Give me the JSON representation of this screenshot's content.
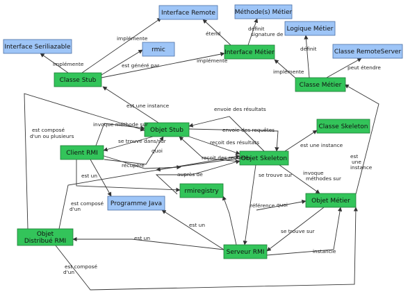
{
  "colors": {
    "green_fill": "#33c45a",
    "green_stroke": "#1f7a35",
    "blue_fill": "#9ec5f7",
    "blue_stroke": "#4a6fa5",
    "edge": "#333333"
  },
  "nodes": [
    {
      "id": "interface-remote",
      "label": [
        "Interface Remote"
      ],
      "kind": "blue"
    },
    {
      "id": "methodes-metier",
      "label": [
        "Méthode(s) Métier"
      ],
      "kind": "blue"
    },
    {
      "id": "logique-metier",
      "label": [
        "Logique Métier"
      ],
      "kind": "blue"
    },
    {
      "id": "interface-serializable",
      "label": [
        "Interface Seriliazable"
      ],
      "kind": "blue"
    },
    {
      "id": "rmic",
      "label": [
        "rmic"
      ],
      "kind": "blue"
    },
    {
      "id": "classe-remoteserver",
      "label": [
        "Classe RemoteServer"
      ],
      "kind": "blue"
    },
    {
      "id": "interface-metier",
      "label": [
        "Interface Métier"
      ],
      "kind": "green"
    },
    {
      "id": "classe-stub",
      "label": [
        "Classe Stub"
      ],
      "kind": "green"
    },
    {
      "id": "classe-metier",
      "label": [
        "Classe Métier"
      ],
      "kind": "green"
    },
    {
      "id": "objet-stub",
      "label": [
        "Objet Stub"
      ],
      "kind": "green"
    },
    {
      "id": "classe-skeleton",
      "label": [
        "Classe Skeleton"
      ],
      "kind": "green"
    },
    {
      "id": "client-rmi",
      "label": [
        "Client RMI"
      ],
      "kind": "green"
    },
    {
      "id": "objet-skeleton",
      "label": [
        "Objet Skeleton"
      ],
      "kind": "green"
    },
    {
      "id": "rmiregistry",
      "label": [
        "rmiregistry"
      ],
      "kind": "green"
    },
    {
      "id": "programme-java",
      "label": [
        "Programme Java"
      ],
      "kind": "blue"
    },
    {
      "id": "objet-metier",
      "label": [
        "Objet Métier"
      ],
      "kind": "green"
    },
    {
      "id": "objet-distribue-rmi",
      "label": [
        "Objet",
        "Distribué RMI"
      ],
      "kind": "green"
    },
    {
      "id": "serveur-rmi",
      "label": [
        "Serveur RMI"
      ],
      "kind": "green"
    }
  ],
  "edges": [
    {
      "id": "stub-implemente-remote",
      "label": [
        "implémente"
      ]
    },
    {
      "id": "stub-genere-par-rmic",
      "label": [
        "est généré par"
      ]
    },
    {
      "id": "stub-implemente-serializable",
      "label": [
        "implémente"
      ]
    },
    {
      "id": "stub-implemente-interface-metier",
      "label": [
        "implémente"
      ]
    },
    {
      "id": "interface-metier-etend-remote",
      "label": [
        "étend"
      ]
    },
    {
      "id": "interface-metier-definit-methodes",
      "label": [
        "définit",
        "signature de"
      ]
    },
    {
      "id": "classe-metier-implemente-interface-metier",
      "label": [
        "implémente"
      ]
    },
    {
      "id": "classe-metier-definit-logique",
      "label": [
        "définit"
      ]
    },
    {
      "id": "classe-metier-etend-remoteserver",
      "label": [
        "peut étendre"
      ]
    },
    {
      "id": "objet-stub-instance-classe-stub",
      "label": [
        "est une instance"
      ]
    },
    {
      "id": "skeleton-envoie-resultats",
      "label": [
        "envoie des résultats"
      ]
    },
    {
      "id": "stub-envoie-requetes",
      "label": [
        "envoie des requêtes"
      ]
    },
    {
      "id": "client-invoque-methode",
      "label": [
        "invoque méthode sur"
      ]
    },
    {
      "id": "stub-trouve-dans-client",
      "label": [
        "se trouve dans/sur"
      ]
    },
    {
      "id": "stub-recoit-resultats",
      "label": [
        "reçoit des résultats"
      ]
    },
    {
      "id": "skeleton-recoit-requetes",
      "label": [
        "reçoit des requêtes"
      ]
    },
    {
      "id": "skeleton-instance-classe-skeleton",
      "label": [
        "est une instance"
      ]
    },
    {
      "id": "skeleton-invoque-objet-metier",
      "label": [
        "invoque",
        "méthodes sur"
      ]
    },
    {
      "id": "skeleton-trouve-sur-serveur",
      "label": [
        "se trouve sur"
      ]
    },
    {
      "id": "client-recupere-stub",
      "label": [
        "récupère"
      ]
    },
    {
      "id": "client-quoi-auprès",
      "label": [
        "quoi"
      ]
    },
    {
      "id": "client-est-un-programme",
      "label": [
        "est un"
      ]
    },
    {
      "id": "registry-aupres-de",
      "label": [
        "auprès de"
      ]
    },
    {
      "id": "client-aupres-de-registry",
      "label": [
        "auprès de"
      ]
    },
    {
      "id": "distribue-compose-client",
      "label": [
        "est composé",
        "d'un"
      ]
    },
    {
      "id": "distribue-compose-plusieurs",
      "label": [
        "est composé",
        "d'un ou plusieurs"
      ]
    },
    {
      "id": "distribue-compose-serveur",
      "label": [
        "est composé",
        "d'un"
      ]
    },
    {
      "id": "serveur-est-un-programme",
      "label": [
        "est un"
      ]
    },
    {
      "id": "serveur-est-un-distribue",
      "label": [
        "est un"
      ]
    },
    {
      "id": "serveur-reference-aupres",
      "label": [
        "référence"
      ]
    },
    {
      "id": "serveur-quoi",
      "label": [
        "quoi"
      ]
    },
    {
      "id": "objet-metier-trouve-sur-serveur",
      "label": [
        "se trouve sur"
      ]
    },
    {
      "id": "serveur-instancie-objet-metier",
      "label": [
        "instancie"
      ]
    },
    {
      "id": "objet-metier-instance-classe-metier",
      "label": [
        "est",
        "une",
        "instance"
      ]
    },
    {
      "id": "skeleton-est-un-objet",
      "label": [
        "est un"
      ]
    }
  ]
}
